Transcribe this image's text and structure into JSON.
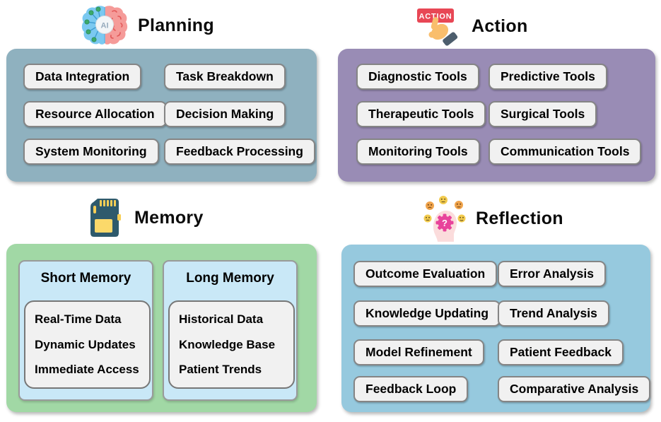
{
  "figure": {
    "background": "#FFFFFF",
    "chip_bg": "#F1F1F1",
    "chip_border": "#858585"
  },
  "sections": {
    "planning": {
      "title": "Planning",
      "icon": "ai-brain-icon",
      "icon_label": "AI",
      "panel_color": "#8FB1BF",
      "buttons": [
        "Data Integration",
        "Task Breakdown",
        "Resource Allocation",
        "Decision Making",
        "System Monitoring",
        "Feedback Processing"
      ]
    },
    "action": {
      "title": "Action",
      "icon": "click-hand-icon",
      "icon_label": "ACTION",
      "panel_color": "#998CB5",
      "buttons": [
        "Diagnostic Tools",
        "Predictive Tools",
        "Therapeutic Tools",
        "Surgical Tools",
        "Monitoring Tools",
        "Communication Tools"
      ]
    },
    "memory": {
      "title": "Memory",
      "icon": "memory-card-icon",
      "panel_color": "#A1D8A5",
      "subpanel_color": "#C9E8F7",
      "subpanels": [
        {
          "title": "Short Memory",
          "items": [
            "Real-Time Data",
            "Dynamic Updates",
            "Immediate Access"
          ]
        },
        {
          "title": "Long Memory",
          "items": [
            "Historical Data",
            "Knowledge Base",
            "Patient Trends"
          ]
        }
      ]
    },
    "reflection": {
      "title": "Reflection",
      "icon": "thinking-head-icon",
      "icon_label": "?",
      "panel_color": "#96C9DE",
      "buttons": [
        "Outcome Evaluation",
        "Error Analysis",
        "Knowledge Updating",
        "Trend Analysis",
        "Model Refinement",
        "Patient Feedback",
        "Feedback Loop",
        "Comparative Analysis"
      ]
    }
  }
}
